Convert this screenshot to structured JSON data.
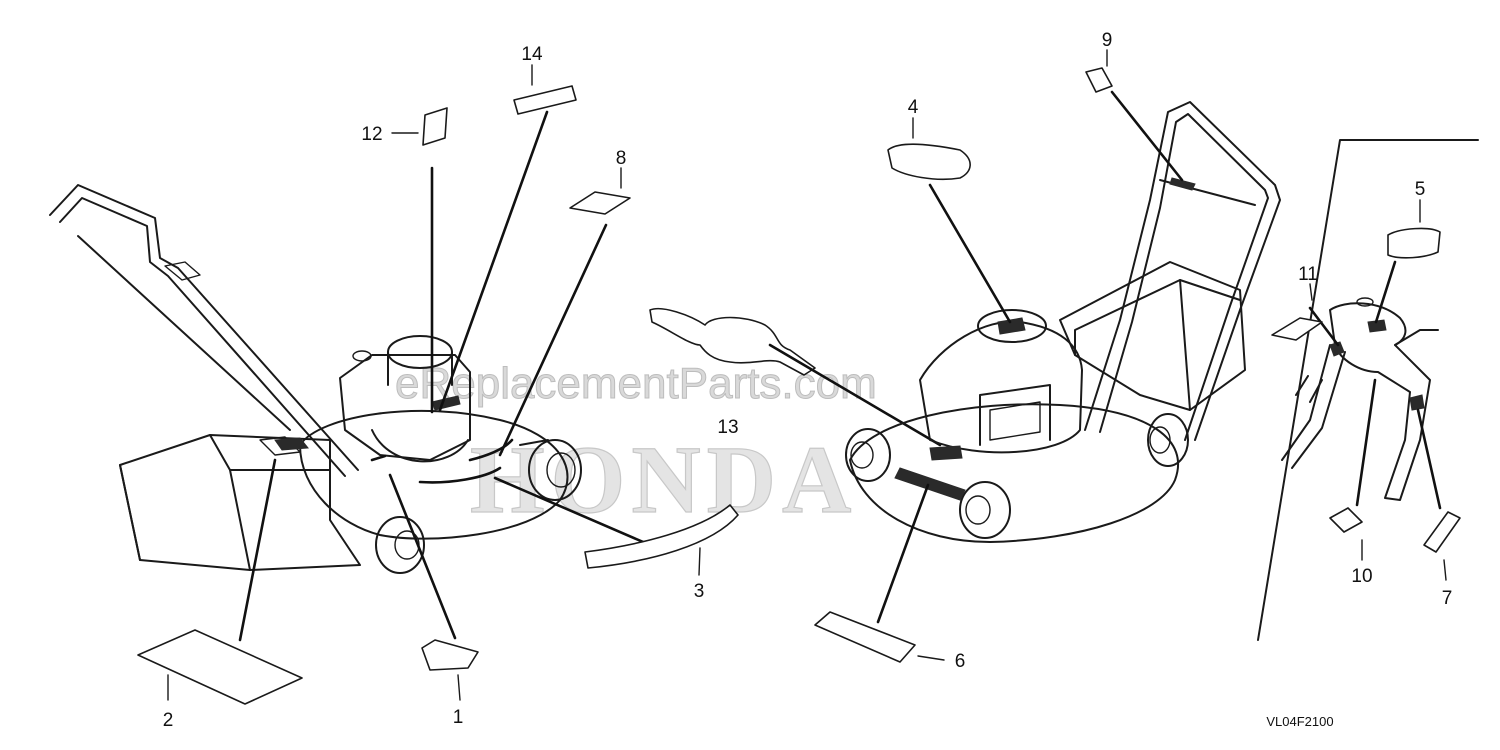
{
  "diagram": {
    "part_numbers": [
      "1",
      "2",
      "3",
      "4",
      "5",
      "6",
      "7",
      "8",
      "9",
      "10",
      "11",
      "12",
      "13",
      "14"
    ],
    "drawing_code": "VL04F2100",
    "watermark_text": "eReplacementParts.com",
    "brand_watermark": "HONDA"
  }
}
